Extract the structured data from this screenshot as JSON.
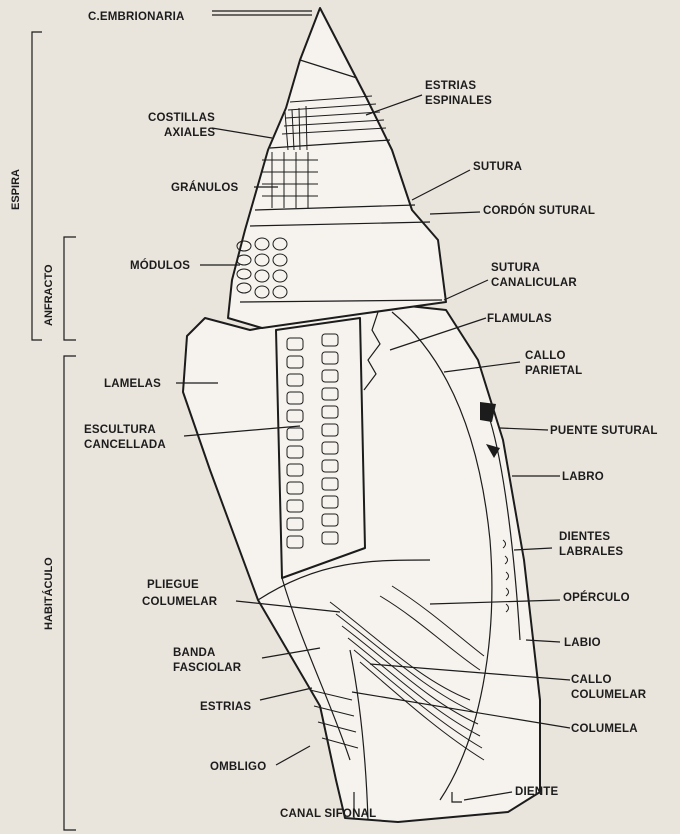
{
  "side_labels": {
    "espira": "ESPIRA",
    "anfracto": "ANFRACTO",
    "habitaculo": "HABITÁCULO"
  },
  "labels": {
    "c_embrionaria": "C.EMBRIONARIA",
    "estrias_espinales_1": "ESTRIAS",
    "estrias_espinales_2": "ESPINALES",
    "costillas_axiales_1": "COSTILLAS",
    "costillas_axiales_2": "AXIALES",
    "sutura": "SUTURA",
    "granulos": "GRÁNULOS",
    "cordon_sutural": "CORDÓN SUTURAL",
    "modulos": "MÓDULOS",
    "sutura_canalicular_1": "SUTURA",
    "sutura_canalicular_2": "CANALICULAR",
    "flamulas": "FLAMULAS",
    "callo_parietal_1": "CALLO",
    "callo_parietal_2": "PARIETAL",
    "lamelas": "LAMELAS",
    "escultura_cancellada_1": "ESCULTURA",
    "escultura_cancellada_2": "CANCELLADA",
    "puente_sutural": "PUENTE SUTURAL",
    "labro": "LABRO",
    "dientes_labrales_1": "DIENTES",
    "dientes_labrales_2": "LABRALES",
    "pliegue_columelar_1": "PLIEGUE",
    "pliegue_columelar_2": "COLUMELAR",
    "operculo": "OPÉRCULO",
    "labio": "LABIO",
    "banda_fasciolar_1": "BANDA",
    "banda_fasciolar_2": "FASCIOLAR",
    "callo_columelar_1": "CALLO",
    "callo_columelar_2": "COLUMELAR",
    "estrias": "ESTRIAS",
    "columela": "COLUMELA",
    "ombligo": "OMBLIGO",
    "diente": "DIENTE",
    "canal_sifonal": "CANAL SIFONAL"
  }
}
